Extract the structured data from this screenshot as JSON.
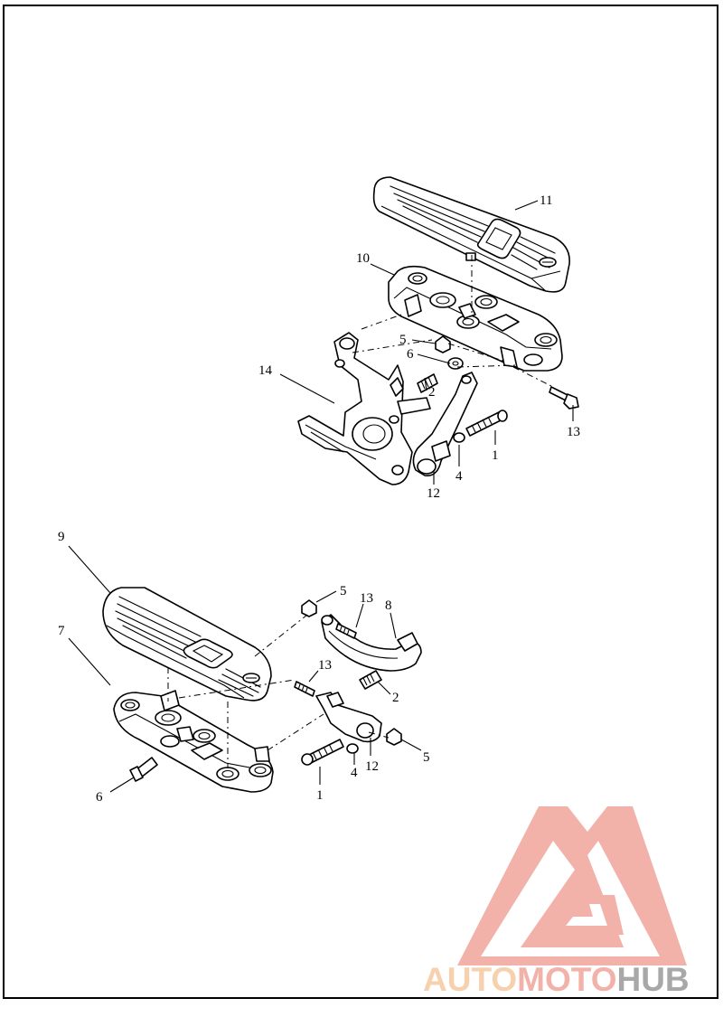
{
  "diagram": {
    "callouts": [
      {
        "id": "c11a",
        "label": "11"
      },
      {
        "id": "c10a",
        "label": "10"
      },
      {
        "id": "c5a",
        "label": "5"
      },
      {
        "id": "c6a",
        "label": "6"
      },
      {
        "id": "c14a",
        "label": "14"
      },
      {
        "id": "c2a",
        "label": "2"
      },
      {
        "id": "c13a",
        "label": "13"
      },
      {
        "id": "c1a",
        "label": "1"
      },
      {
        "id": "c4a",
        "label": "4"
      },
      {
        "id": "c12a",
        "label": "12"
      },
      {
        "id": "c9b",
        "label": "9"
      },
      {
        "id": "c5b",
        "label": "5"
      },
      {
        "id": "c13b",
        "label": "13"
      },
      {
        "id": "c8b",
        "label": "8"
      },
      {
        "id": "c7b",
        "label": "7"
      },
      {
        "id": "c13c",
        "label": "13"
      },
      {
        "id": "c2b",
        "label": "2"
      },
      {
        "id": "c5c",
        "label": "5"
      },
      {
        "id": "c12b",
        "label": "12"
      },
      {
        "id": "c4b",
        "label": "4"
      },
      {
        "id": "c1b",
        "label": "1"
      },
      {
        "id": "c6b",
        "label": "6"
      }
    ]
  },
  "watermark": {
    "text_part1": "AUTO",
    "text_part2": "MOTO",
    "text_part3": "HUB",
    "color_primary": "#f0a59b",
    "color_secondary": "#f6c9a0",
    "color_tertiary": "#9a9a9a"
  }
}
